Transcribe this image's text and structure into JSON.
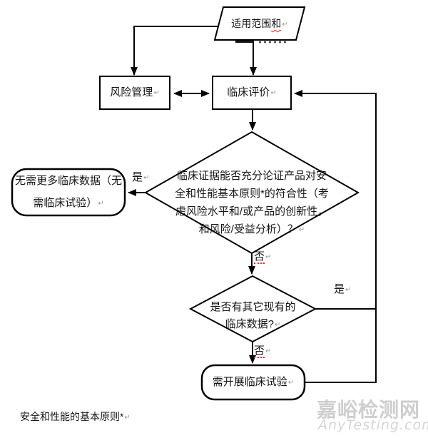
{
  "diagram": {
    "nodes": {
      "scope": {
        "label_plain": "适用范围",
        "label_marked": "和"
      },
      "risk_management": {
        "label": "风险管理"
      },
      "clinical_evaluation": {
        "label": "临床评价"
      },
      "decision_sufficiency": {
        "lines": [
          "临床证据能否充分论证产品对安",
          "全和性能基本原则*的符合性（考",
          "虑风险水平和/或产品的创新性，",
          "和风险/受益分析）？"
        ]
      },
      "no_more_clinical_data": {
        "lines": [
          "无需更多临床数据（无",
          "需临床试验）"
        ]
      },
      "decision_other_data": {
        "lines": [
          "是否有其它现有的",
          "临床数据?"
        ]
      },
      "clinical_trial_needed": {
        "label": "需开展临床试验"
      }
    },
    "edge_labels": {
      "yes1": "是",
      "no1": "否",
      "yes2": "是",
      "no2": "否"
    },
    "footnote": "安全和性能的基本原则*",
    "marks": {
      "ret": "↵"
    }
  },
  "watermark": {
    "cn": "嘉峪检测网",
    "en": "AnyTesting.com"
  },
  "colors": {
    "line": "#000000",
    "spellcheck": "#ff2222",
    "watermark": "#cecece",
    "return_mark": "#979797"
  }
}
